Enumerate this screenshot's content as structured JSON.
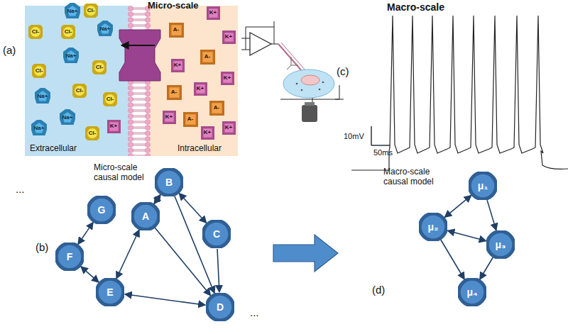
{
  "diagram": {
    "nodes": [
      {
        "text": [
          "Na+"
        ]
      },
      {
        "text": [
          "Cl-"
        ]
      },
      {
        "text": [
          "Cl-"
        ]
      },
      {
        "text": [
          "Cl-"
        ]
      },
      {
        "text": [
          "Na+"
        ]
      },
      {
        "text": [
          "Na+"
        ]
      },
      {
        "text": [
          "Cl-"
        ]
      },
      {
        "text": [
          "Cl-"
        ]
      },
      {
        "text": [
          "Na+"
        ]
      },
      {
        "text": [
          "Cl-"
        ]
      },
      {
        "text": [
          "Cl-"
        ]
      },
      {
        "text": [
          "Na+"
        ]
      },
      {
        "text": [
          "K+"
        ]
      },
      {
        "text": [
          "Cl-"
        ]
      },
      {
        "text": [
          "Na+"
        ]
      },
      {
        "text": [
          "K+"
        ]
      },
      {
        "text": [
          "A-"
        ]
      },
      {
        "text": [
          "K+"
        ]
      },
      {
        "text": [
          "A-"
        ]
      },
      {
        "text": [
          "K+"
        ]
      },
      {
        "text": [
          "K+"
        ]
      },
      {
        "text": [
          "A-"
        ]
      },
      {
        "text": [
          "K+"
        ]
      },
      {
        "text": [
          "A-"
        ]
      },
      {
        "text": [
          "K+"
        ]
      },
      {
        "text": [
          "K+"
        ]
      },
      {
        "text": [
          "A-"
        ]
      },
      {
        "text": [
          "K+"
        ]
      },
      {
        "text": [
          "B"
        ]
      },
      {
        "text": [
          "A"
        ]
      },
      {
        "text": [
          "C"
        ]
      },
      {
        "text": [
          "G"
        ]
      },
      {
        "text": [
          "F"
        ]
      },
      {
        "text": [
          "E"
        ]
      },
      {
        "text": [
          "D"
        ]
      },
      {
        "text": [
          "μ₁"
        ]
      },
      {
        "text": [
          "μ₂"
        ]
      },
      {
        "text": [
          "μ₃"
        ]
      },
      {
        "text": [
          "μ₄"
        ]
      }
    ],
    "edges": [
      {
        "from": 31,
        "to": 32,
        "arrow": "both"
      },
      {
        "from": 32,
        "to": 33,
        "arrow": "both"
      },
      {
        "from": 33,
        "to": 29,
        "arrow": "both"
      },
      {
        "from": 29,
        "to": 28,
        "arrow": "both"
      },
      {
        "from": 28,
        "to": 30,
        "arrow": "both"
      },
      {
        "from": 28,
        "to": 34,
        "arrow": "to"
      },
      {
        "from": 29,
        "to": 34,
        "arrow": "to"
      },
      {
        "from": 30,
        "to": 34,
        "arrow": "to"
      },
      {
        "from": 33,
        "to": 34,
        "arrow": "both"
      },
      {
        "from": 35,
        "to": 36,
        "arrow": "both"
      },
      {
        "from": 35,
        "to": 37,
        "arrow": "to"
      },
      {
        "from": 36,
        "to": 37,
        "arrow": "both"
      },
      {
        "from": 36,
        "to": 38,
        "arrow": "to"
      },
      {
        "from": 37,
        "to": 38,
        "arrow": "to"
      }
    ],
    "labels": [
      "(a)",
      "Micro-scale",
      "Extracellular",
      "Intracellular",
      "(c)",
      "Macro-scale",
      "10mV",
      "50ms",
      "Micro-scale causal model",
      "...",
      "(b)",
      "...",
      "Macro-scale causal model",
      "(d)"
    ]
  }
}
